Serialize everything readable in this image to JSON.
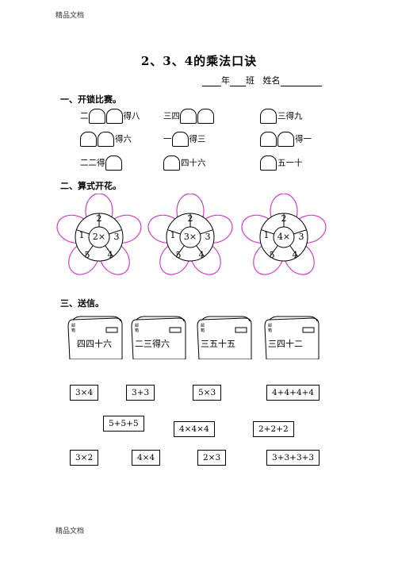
{
  "header": "精品文档",
  "footer": "精品文档",
  "title": "2、3、4的乘法口诀",
  "info": {
    "year": "年",
    "class": "班",
    "name": "姓名"
  },
  "sections": {
    "s1": "一、开锁比赛。",
    "s2": "二、算式开花。",
    "s3": "三、送信。"
  },
  "locks": {
    "r1": [
      "二",
      "得八",
      "三四",
      "三得九"
    ],
    "r2": [
      "得六",
      "一",
      "得三",
      "得一"
    ],
    "r3": [
      "二二得",
      "四十六",
      "五一十"
    ]
  },
  "flowers": [
    {
      "center": "2×",
      "petals": [
        "2",
        "3",
        "4",
        "5",
        "1"
      ]
    },
    {
      "center": "3×",
      "petals": [
        "2",
        "3",
        "4",
        "5",
        "1"
      ]
    },
    {
      "center": "4×",
      "petals": [
        "2",
        "3",
        "4",
        "5",
        "1"
      ]
    }
  ],
  "mailboxes": [
    {
      "text": "四四十六",
      "tag": "邮箱"
    },
    {
      "text": "二三得六",
      "tag": "邮箱"
    },
    {
      "text": "三五十五",
      "tag": "邮箱"
    },
    {
      "text": "三四十二",
      "tag": "邮箱"
    }
  ],
  "letters": {
    "row1": [
      "3×4",
      "3+3",
      "5×3",
      "4+4+4+4"
    ],
    "row2": [
      "5+5+5",
      "4×4×4",
      "2+2+2"
    ],
    "row3": [
      "3×2",
      "4×4",
      "2×3",
      "3+3+3+3"
    ]
  }
}
